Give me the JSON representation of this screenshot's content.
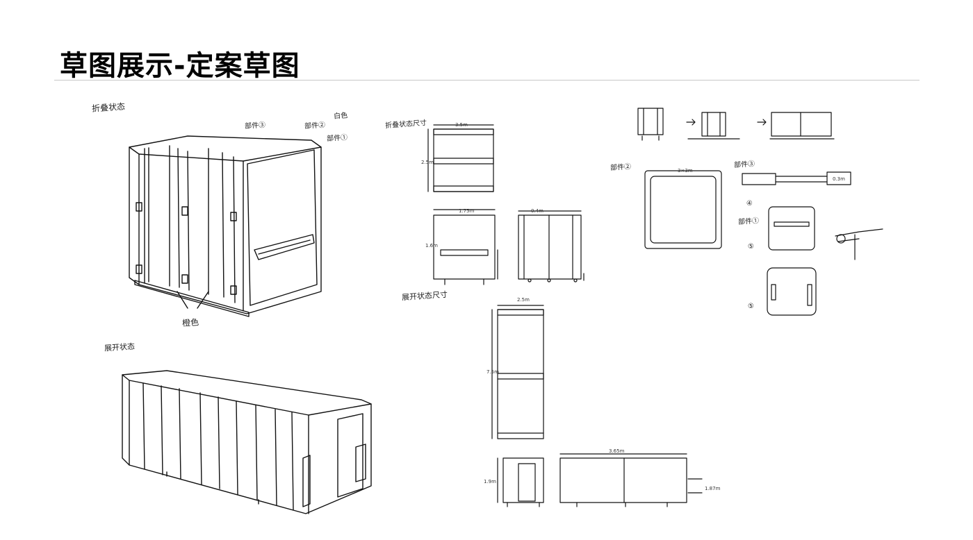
{
  "slide": {
    "title": "草图展示-定案草图"
  },
  "sketches": {
    "folded": {
      "label": "折叠状态",
      "annotations": [
        "部件③",
        "部件②",
        "白色",
        "部件①",
        "橙色"
      ]
    },
    "expanded": {
      "label": "展开状态"
    },
    "folded_dimensions": {
      "label": "折叠状态尺寸",
      "dims": [
        "3.5m",
        "2.5m",
        "1.75m",
        "1.6m",
        "0.4m"
      ]
    },
    "expanded_dimensions": {
      "label": "展开状态尺寸",
      "dims": [
        "2.5m",
        "7.5m",
        "3.65m",
        "1.9m",
        "1.87m"
      ]
    },
    "parts": {
      "annotations": [
        "部件②",
        "部件③",
        "部件①",
        "④",
        "⑤",
        "⑤"
      ],
      "dims": [
        "3×3m",
        "0.3m"
      ]
    }
  }
}
